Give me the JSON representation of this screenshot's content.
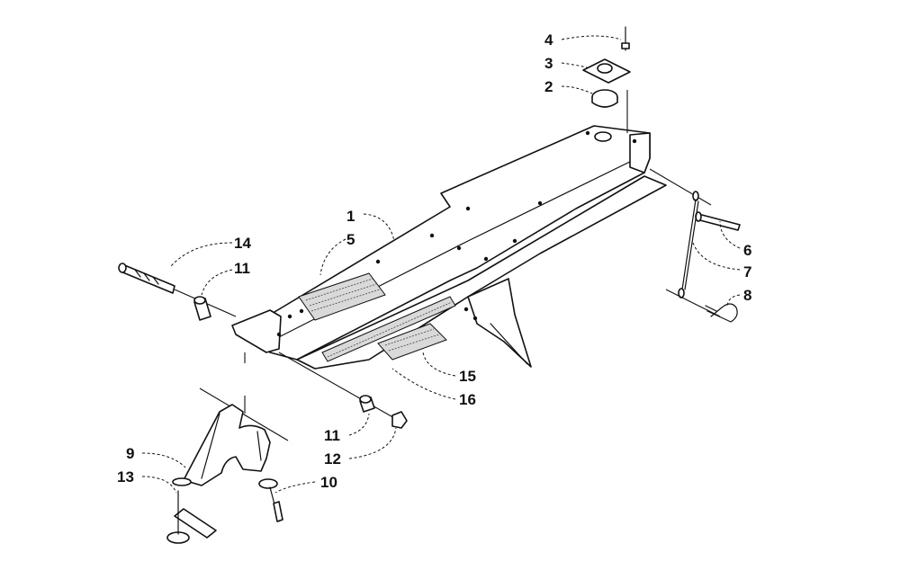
{
  "callouts": {
    "c1": "1",
    "c2": "2",
    "c3": "3",
    "c4": "4",
    "c5": "5",
    "c6": "6",
    "c7": "7",
    "c8": "8",
    "c9": "9",
    "c10": "10",
    "c11a": "11",
    "c11b": "11",
    "c12": "12",
    "c13": "13",
    "c14": "14",
    "c15": "15",
    "c16": "16"
  }
}
